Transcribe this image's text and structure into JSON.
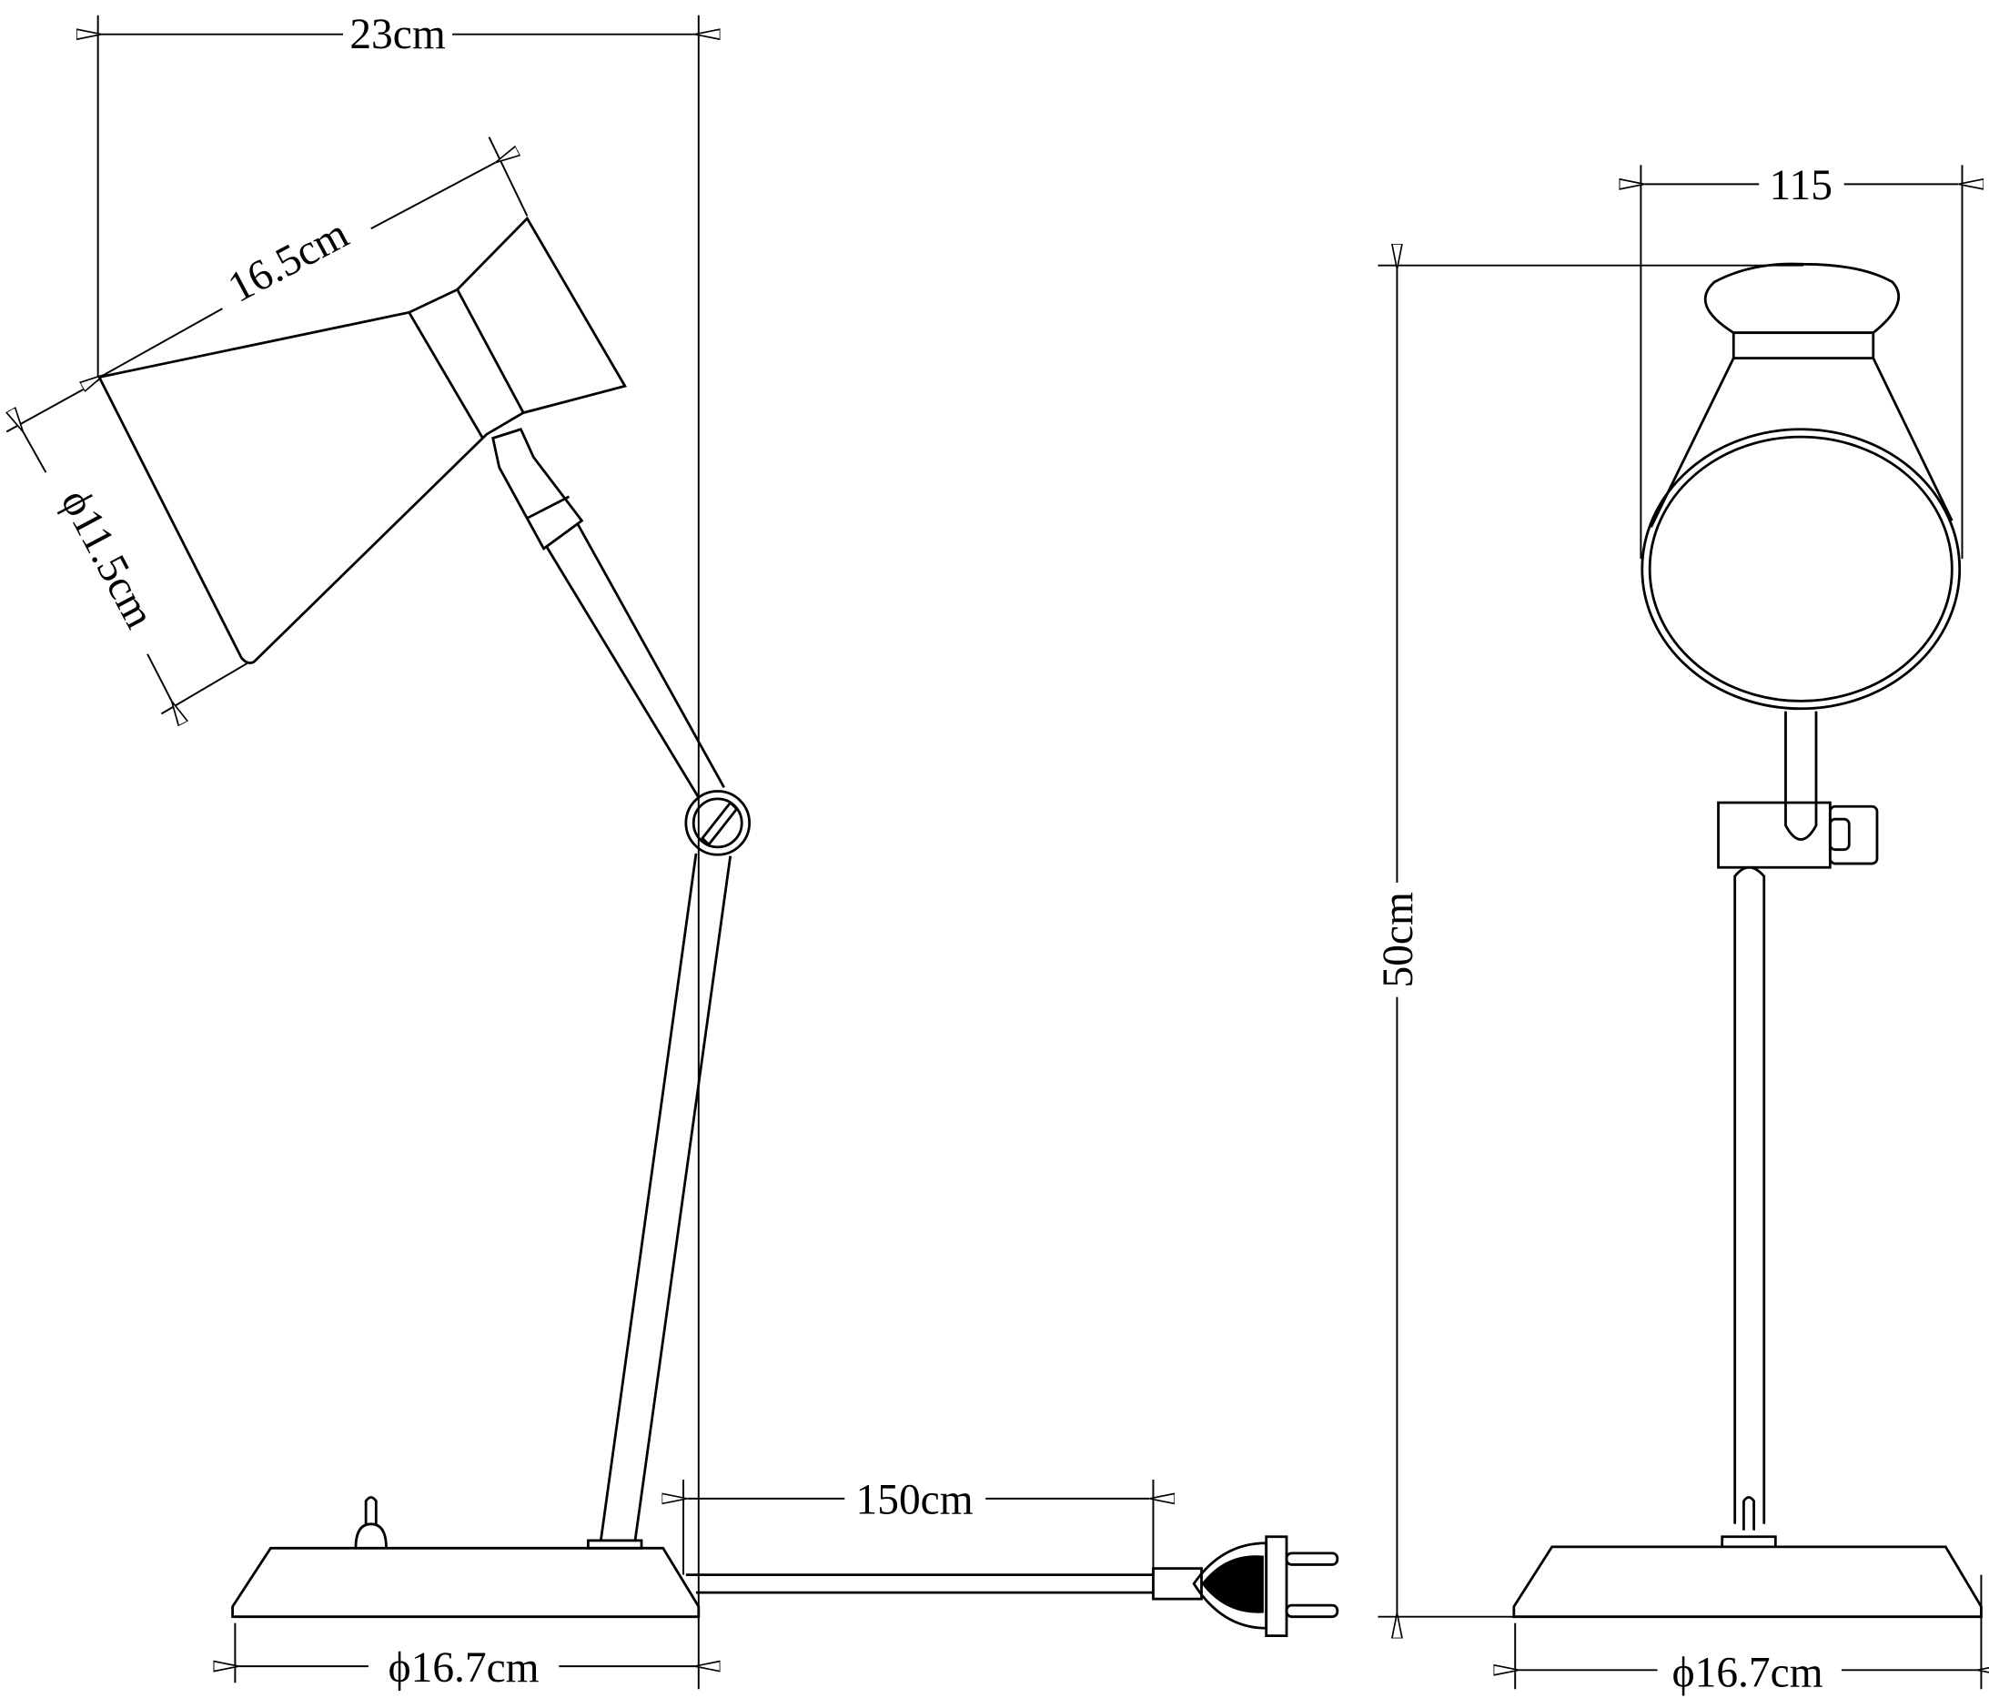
{
  "dimensions": {
    "side_width": "23cm",
    "shade_length": "16.5cm",
    "shade_diameter": "ϕ11.5cm",
    "base_diameter_side": "ϕ16.7cm",
    "cable_length": "150cm",
    "front_width": "115",
    "height": "50cm",
    "base_diameter_front": "ϕ16.7cm"
  },
  "colors": {
    "line": "#000000",
    "background": "#ffffff"
  }
}
